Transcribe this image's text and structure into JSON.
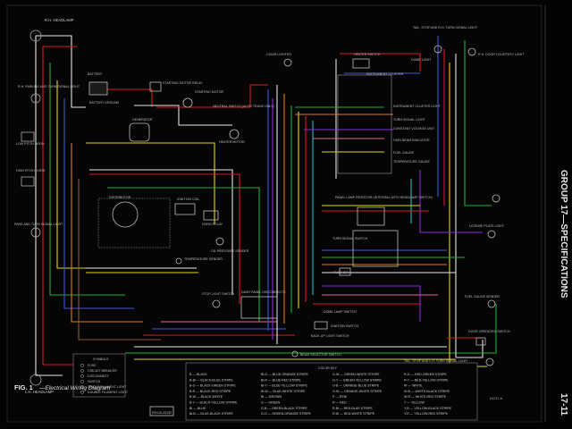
{
  "header": {
    "group_label": "GROUP 17—SPECIFICATIONS",
    "page_number": "17-11"
  },
  "caption": {
    "fig": "FIG. 1",
    "title": "—Electrical Wiring Diagram",
    "ref": "K1217-A"
  },
  "components": {
    "rh_headlamp": "R.H. HEADLAMP",
    "rh_park_turn": "R.H. PARKING AND TURN SIGNAL LIGHT",
    "low_pitch_horn": "LOW PITCH HORN",
    "high_pitch_horn": "HIGH PITCH HORN",
    "park_turn_light": "PARK AND TURN SIGNAL LIGHT",
    "lh_headlamp": "L.H. HEADLAMP",
    "battery": "BATTERY",
    "battery_ground": "BATTERY GROUND",
    "starting_motor_relay": "STARTING MOTOR RELAY",
    "starting_motor": "STARTING MOTOR",
    "generator": "GENERATOR",
    "distributor": "DISTRIBUTOR",
    "ignition_coil": "IGNITION COIL",
    "horn_relay": "HORN RELAY",
    "oil_pressure_sender": "OIL PRESSURE SENDER",
    "temperature_sender": "TEMPERATURE SENDER",
    "regulator": "REGULATOR",
    "heater_motor": "HEATER MOTOR",
    "neutral_switch": "NEUTRAL SWITCH (AUTO TRANS ONLY)",
    "cigar_lighter": "CIGAR LIGHTER",
    "heater_switch": "HEATER SWITCH",
    "instrument_cluster": "INSTRUMENT CLUSTER",
    "instrument_cluster_light": "INSTRUMENT CLUSTER LIGHT",
    "turn_signal_light": "TURN SIGNAL LIGHT",
    "constant_voltage_unit": "CONSTANT VOLTAGE UNIT",
    "high_beam_indicator": "HIGH BEAM INDICATOR",
    "fuel_gauge": "FUEL GAUGE",
    "temp_gauge": "TEMPERATURE GAUGE",
    "panel_lamp_resistor": "PANEL LAMP RESISTOR (INTEGRAL WITH HEADLAMP SWITCH)",
    "headlamp_switch": "HEADLAMP SWITCH",
    "turn_signal_switch": "TURN SIGNAL SWITCH",
    "flasher": "FLASHER",
    "dash_panel_disconnects": "DASH PANEL DISCONNECTS",
    "stop_light_switch": "STOP LIGHT SWITCH",
    "dome_lamp_switch": "DOME LAMP SWITCH",
    "ignition_switch": "IGNITION SWITCH",
    "backup_light_switch": "BACK UP LIGHT SWITCH",
    "beam_selector_switch": "BEAM SELECTOR SWITCH",
    "tail_stop_turn": "TAIL, STOP AND R.H. TURN SIGNAL LIGHT",
    "rh_door_courtesy": "R.H. DOOR COURTESY LIGHT",
    "dome_light": "DOME LIGHT",
    "license_plate_light": "LICENSE PLATE LIGHT",
    "fuel_gauge_sender": "FUEL GAUGE SENDER",
    "door_operated_switch": "DOOR OPERATED SWITCH",
    "tail_stop_lh": "TAIL, STOP AND L.H. TURN SIGNAL LIGHT",
    "backup_light": "BACK UP LIGHT"
  },
  "symbols": {
    "title": "SYMBOLS",
    "items": [
      "FUSE",
      "CIRCUIT BREAKER",
      "DISCONNECT",
      "SWITCH",
      "SINGLE FILAMENT LIGHT",
      "DOUBLE FILAMENT LIGHT"
    ]
  },
  "color_key": {
    "title": "COLOR KEY",
    "columns": [
      [
        "B — BLACK",
        "B-Bl — BLACK-BLUE STRIPE",
        "B-G — BLACK-GREEN STRIPE",
        "B-R — BLACK-RED STRIPE",
        "B-W — BLACK-WHITE",
        "B-Y — BLACK-YELLOW STRIPE",
        "Bl — BLUE",
        "Bl-B — BLUE-BLACK STRIPE"
      ],
      [
        "Bl-O — BLUE-ORANGE STRIPE",
        "Bl-R — BLUE-RED STRIPE",
        "Bl-Y — BLUE-YELLOW STRIPE",
        "Bl-W — BLUE-WHITE STRIPE",
        "Br — BROWN",
        "G — GREEN",
        "G-B — GREEN-BLACK STRIPE",
        "G-O — GREEN-ORANGE STRIPE"
      ],
      [
        "G-W — GREEN-WHITE STRIPE",
        "G-Y — GREEN-YELLOW STRIPE",
        "O-B — ORANGE-BLUE STRIPE",
        "O-W — ORANGE-WHITE STRIPE",
        "P — PINK",
        "R — RED",
        "R-Bl — RED-BLUE STRIPE",
        "R-W — RED-WHITE STRIPE"
      ],
      [
        "R-G — RED-GREEN STRIPE",
        "R-Y — RED-YELLOW STRIPE",
        "W — WHITE",
        "W-B — WHITE-BLACK STRIPE",
        "W-R — WHITE-RED STRIPE",
        "Y — YELLOW",
        "Y-B — YELLOW-BLACK STRIPE",
        "Y-R — YELLOW-RED STRIPE"
      ]
    ]
  },
  "wire_colors": {
    "black": "#1a1a1a",
    "white": "#e6e6e6",
    "red": "#d61d1d",
    "yellow": "#e8d21a",
    "green": "#23b03a",
    "blue": "#3f57d9",
    "orange": "#e07d1c",
    "pink": "#e2669c",
    "brown": "#8a5a2a",
    "purple": "#8a2bd0",
    "cyan": "#2ab8c8"
  }
}
